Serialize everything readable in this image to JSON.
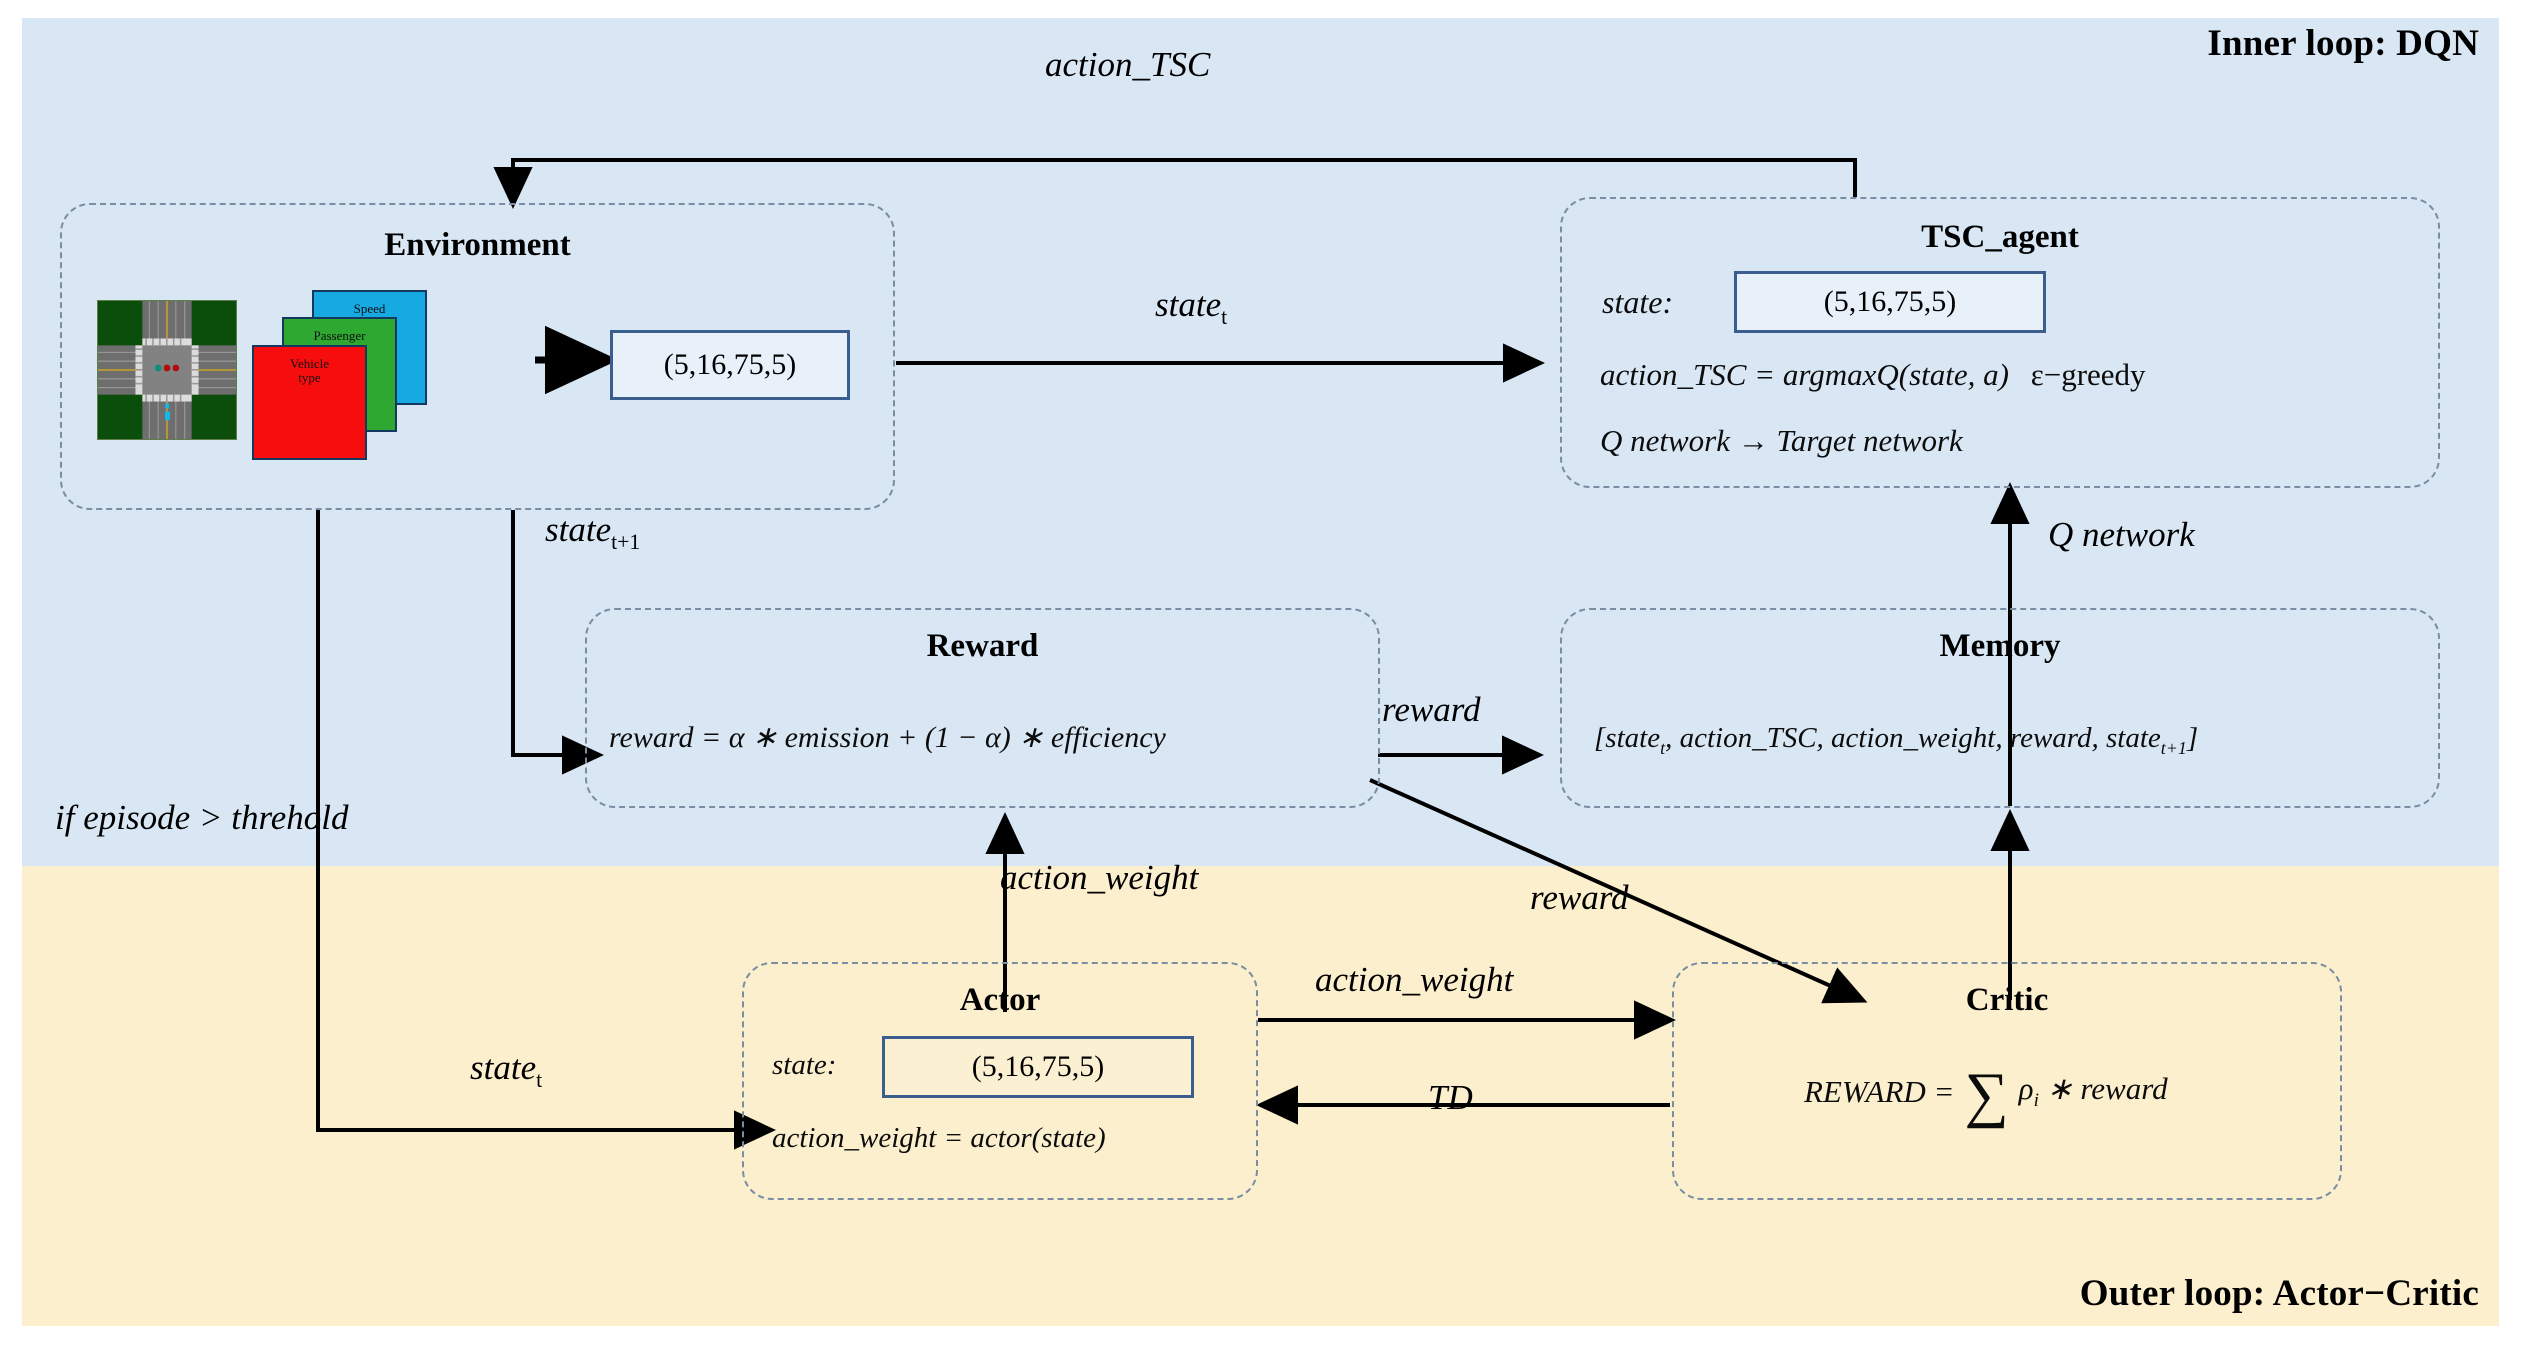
{
  "diagram": {
    "bands": {
      "inner_label": "Inner loop: DQN",
      "outer_label": "Outer loop: Actor−Critic",
      "inner_color": "#d9e7f5",
      "outer_color": "#fcefcd"
    },
    "modules": {
      "environment": {
        "title": "Environment",
        "state_value": "(5,16,75,5)",
        "cards": [
          {
            "label": "Speed",
            "color": "#17aae2"
          },
          {
            "label": "Passenger",
            "color": "#2fa832"
          },
          {
            "label": "Vehicle\ntype",
            "color": "#f70d0d"
          }
        ],
        "image_alt": "traffic-intersection-simulation"
      },
      "tsc_agent": {
        "title": "TSC_agent",
        "state_label": "state:",
        "state_value": "(5,16,75,5)",
        "action_line": "action_TSC  =  argmaxQ(state, a)",
        "action_suffix": "ε−greedy",
        "network_line": "Q network → Target network"
      },
      "reward": {
        "title": "Reward",
        "formula": "reward =  α ∗ emission + (1 − α) ∗ efficiency"
      },
      "memory": {
        "title": "Memory",
        "tuple": "[state",
        "tuple_full": "[state_t, action_TSC, action_weight, reward, state_t+1]"
      },
      "actor": {
        "title": "Actor",
        "state_label": "state:",
        "state_value": "(5,16,75,5)",
        "formula": "action_weight  = actor(state)"
      },
      "critic": {
        "title": "Critic",
        "formula_lhs": "REWARD  =",
        "formula_sum": "∑",
        "formula_rhs": "ρ",
        "formula_sub": "i",
        "formula_tail": " ∗ reward"
      }
    },
    "edges": [
      {
        "name": "action-tsc",
        "label": "action_TSC"
      },
      {
        "name": "state-t-top",
        "label": "state",
        "sub": "t"
      },
      {
        "name": "state-t-plus-1",
        "label": "state",
        "sub": "t+1"
      },
      {
        "name": "reward-to-memory",
        "label": "reward"
      },
      {
        "name": "q-network",
        "label": "Q network"
      },
      {
        "name": "if-episode",
        "label": "if episode > threhold"
      },
      {
        "name": "action-weight-up",
        "label": "action_weight"
      },
      {
        "name": "reward-to-critic",
        "label": "reward"
      },
      {
        "name": "action-weight-mid",
        "label": "action_weight"
      },
      {
        "name": "td",
        "label": "TD"
      },
      {
        "name": "state-t-actor",
        "label": "state",
        "sub": "t"
      }
    ]
  }
}
